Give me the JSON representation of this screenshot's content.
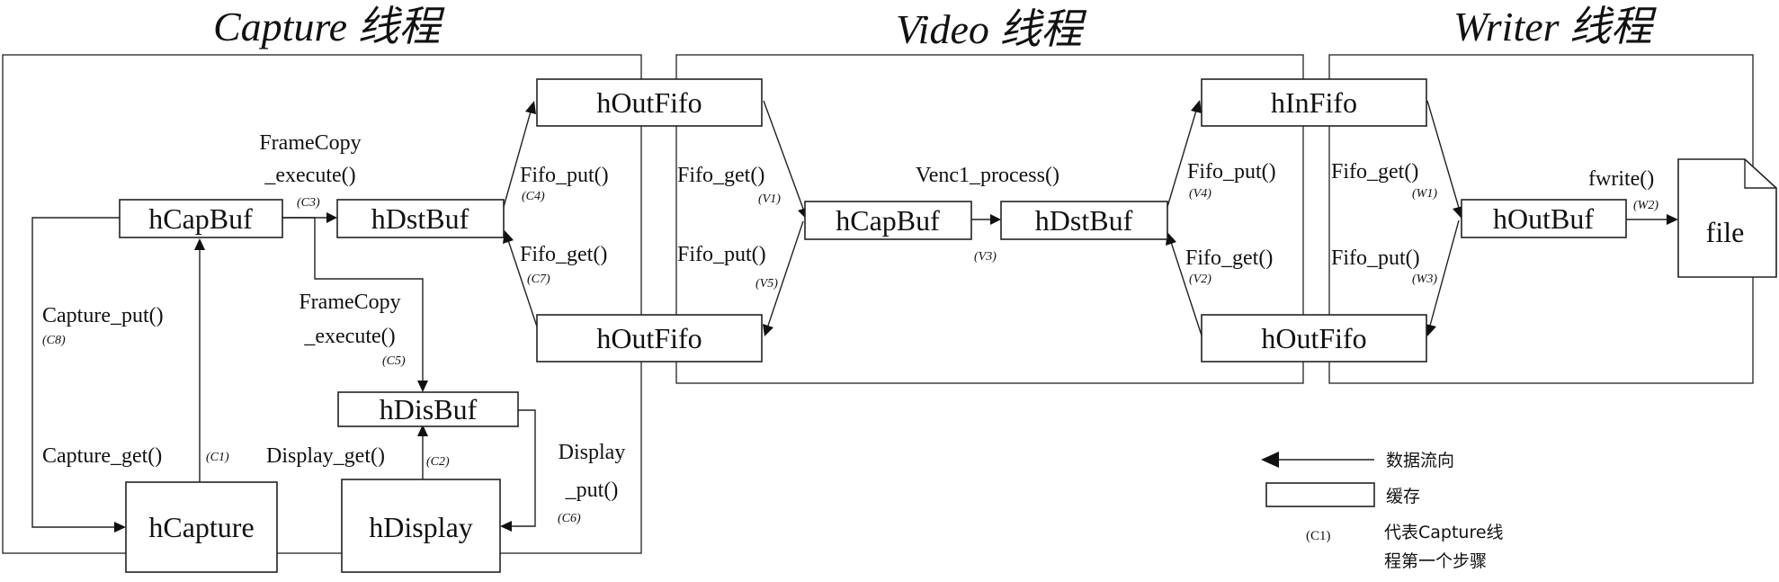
{
  "threads": {
    "capture": "Capture 线程",
    "video": "Video 线程",
    "writer": "Writer 线程"
  },
  "buffers": {
    "capture_capbuf": "hCapBuf",
    "capture_dstbuf": "hDstBuf",
    "capture_disbuf": "hDisBuf",
    "capture_hcapture": "hCapture",
    "capture_hdisplay": "hDisplay",
    "fifo1_top": "hOutFifo",
    "fifo1_bottom": "hOutFifo",
    "video_capbuf": "hCapBuf",
    "video_dstbuf": "hDstBuf",
    "fifo2_top": "hInFifo",
    "fifo2_bottom": "hOutFifo",
    "writer_outbuf": "hOutBuf",
    "file": "file"
  },
  "functions": {
    "framecopy1_l1": "FrameCopy",
    "framecopy1_l2": "_execute()",
    "framecopy2_l1": "FrameCopy",
    "framecopy2_l2": "_execute()",
    "capture_put": "Capture_put()",
    "capture_get": "Capture_get()",
    "display_get": "Display_get()",
    "display_put_l1": "Display",
    "display_put_l2": "_put()",
    "c_fifo_put": "Fifo_put()",
    "c_fifo_get": "Fifo_get()",
    "v_fifo_get": "Fifo_get()",
    "v_fifo_put": "Fifo_put()",
    "venc": "Venc1_process()",
    "v_fifo_put2": "Fifo_put()",
    "v_fifo_get2": "Fifo_get()",
    "w_fifo_get": "Fifo_get()",
    "w_fifo_put": "Fifo_put()",
    "fwrite": "fwrite()"
  },
  "steps": {
    "c1": "(C1)",
    "c2": "(C2)",
    "c3": "(C3)",
    "c4": "(C4)",
    "c5": "(C5)",
    "c6": "(C6)",
    "c7": "(C7)",
    "c8": "(C8)",
    "v1": "(V1)",
    "v2": "(V2)",
    "v3": "(V3)",
    "v4": "(V4)",
    "v5": "(V5)",
    "w1": "(W1)",
    "w2": "(W2)",
    "w3": "(W3)"
  },
  "legend": {
    "arrow_label": "数据流向",
    "buffer_label": "缓存",
    "step_symbol": "(C1)",
    "step_label_l1": "代表Capture线",
    "step_label_l2": "程第一个步骤"
  }
}
